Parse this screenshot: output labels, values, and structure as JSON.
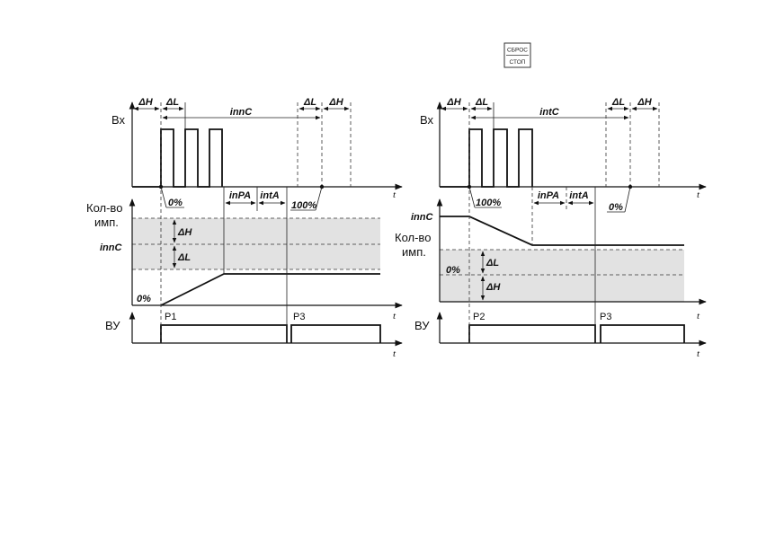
{
  "control_buttons": {
    "reset_label": "СБРОС",
    "stop_label": "СТОП"
  },
  "time_axis_label": "t",
  "diagram_left": {
    "input_label": "Вх",
    "count_label_line1": "Кол-во",
    "count_label_line2": "имп.",
    "level_label": "innC",
    "output_label": "ВУ",
    "delta_h": "ΔH",
    "delta_l": "ΔL",
    "interval_label": "innC",
    "start_percent": "0%",
    "end_percent": "100%",
    "pause_label": "inPA",
    "interval_a_label": "intA",
    "band_delta_h": "ΔH",
    "band_delta_l": "ΔL",
    "zero_percent": "0%",
    "event_1": "P1",
    "event_2": "P3"
  },
  "diagram_right": {
    "input_label": "Вх",
    "count_label_line1": "Кол-во",
    "count_label_line2": "имп.",
    "level_label": "innC",
    "output_label": "ВУ",
    "delta_h": "ΔH",
    "delta_l": "ΔL",
    "interval_label": "intC",
    "start_percent": "100%",
    "end_percent": "0%",
    "pause_label": "inPA",
    "interval_a_label": "intA",
    "band_delta_l": "ΔL",
    "band_delta_h": "ΔH",
    "zero_percent": "0%",
    "event_1": "P2",
    "event_2": "P3"
  }
}
